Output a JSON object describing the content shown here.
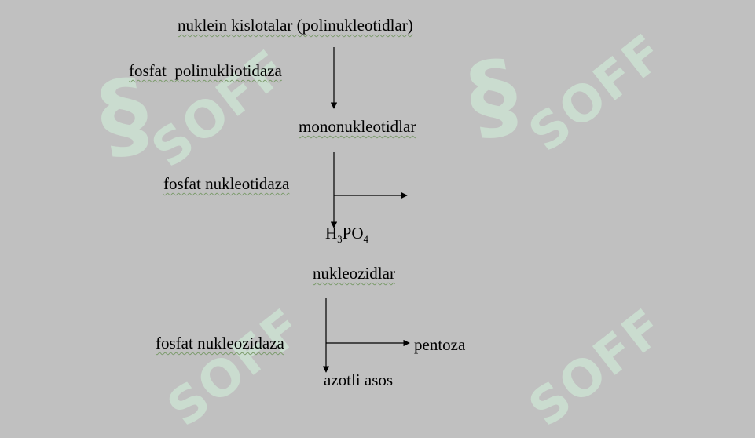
{
  "diagram": {
    "nucleic_acids": "nuklein kislotalar (polinukleotidlar)",
    "enzyme_1": "fosfat  polinukliotidaza",
    "mononucleotides": "mononukleotidlar",
    "enzyme_2": "fosfat nukleotidaza",
    "phosphoric_acid": {
      "h": "H",
      "h_sub": "3",
      "po": "PO",
      "po_sub": "4"
    },
    "nucleosides": "nukleozidlar",
    "enzyme_3": "fosfat nukleozidaza",
    "pentose": "pentoza",
    "nitrogen_base": "azotli asos"
  },
  "watermark": {
    "text": "SOFF",
    "color": "#cfe8d6"
  },
  "colors": {
    "background": "#c0c0c0",
    "text": "#000000",
    "arrow": "#000000"
  }
}
